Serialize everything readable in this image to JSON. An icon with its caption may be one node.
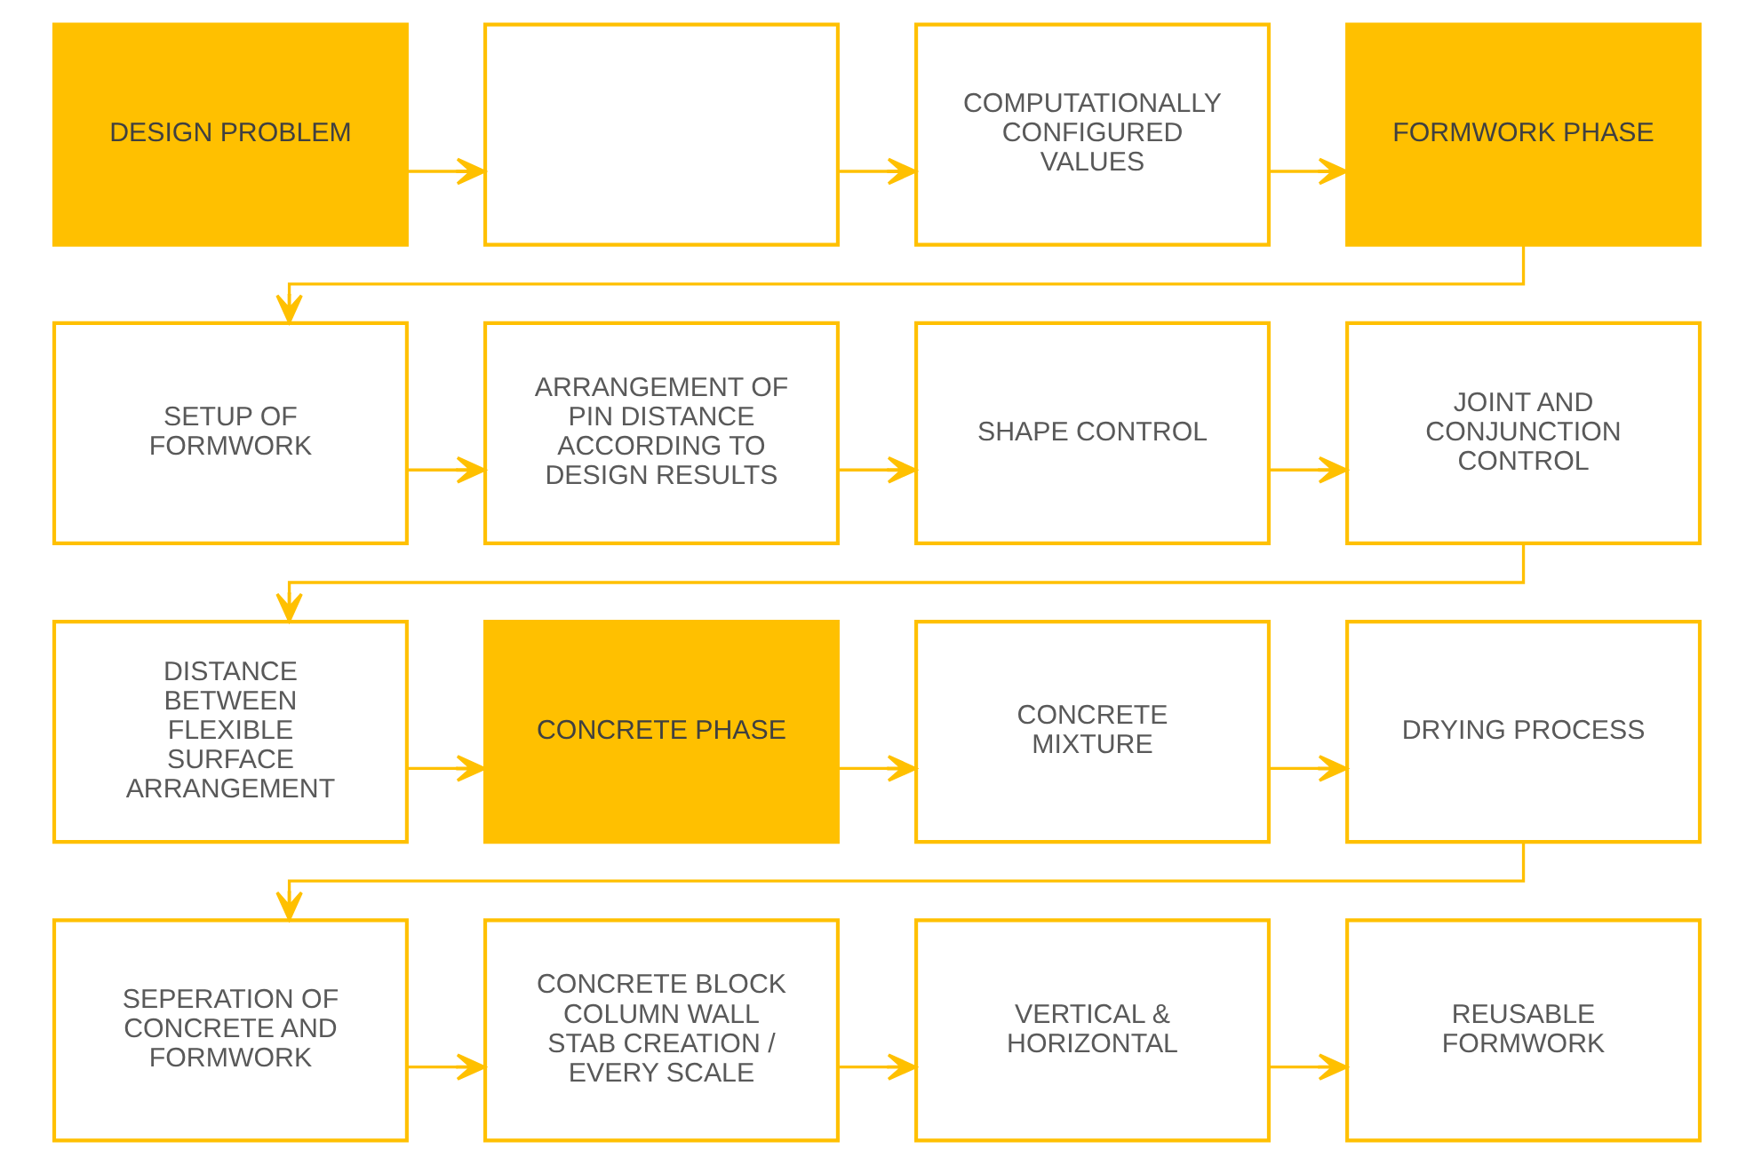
{
  "diagram": {
    "nodes": [
      {
        "text": [
          "DESIGN PROBLEM"
        ]
      },
      {
        "text": [],
        "shape": "box"
      },
      {
        "text": [
          "COMPUTATIONALLY CONFIGURED VALUES"
        ]
      },
      {
        "text": [
          "FORMWORK PHASE"
        ]
      },
      {
        "text": [
          "SETUP OF FORMWORK"
        ]
      },
      {
        "text": [
          "ARRANGEMENT OF PIN DISTANCE ACCORDING TO DESIGN RESULTS"
        ]
      },
      {
        "text": [
          "SHAPE CONTROL"
        ]
      },
      {
        "text": [
          "JOINT AND CONJUNCTION CONTROL"
        ]
      },
      {
        "text": [
          "DISTANCE BETWEEN FLEXIBLE SURFACE ARRANGEMENT"
        ]
      },
      {
        "text": [
          "CONCRETE PHASE"
        ]
      },
      {
        "text": [
          "CONCRETE MIXTURE"
        ]
      },
      {
        "text": [
          "DRYING PROCESS"
        ]
      },
      {
        "text": [
          "SEPERATION OF CONCRETE AND FORMWORK"
        ]
      },
      {
        "text": [
          "CONCRETE BLOCK COLUMN WALL STAB CREATION / EVERY SCALE"
        ]
      },
      {
        "text": [
          "VERTICAL & HORIZONTAL"
        ]
      },
      {
        "text": [
          "REUSABLE FORMWORK"
        ]
      }
    ],
    "edges": [
      {
        "from": 0,
        "to": 1,
        "arrow": "to"
      },
      {
        "from": 1,
        "to": 2,
        "arrow": "to"
      },
      {
        "from": 2,
        "to": 3,
        "arrow": "to"
      },
      {
        "from": 3,
        "to": 4,
        "arrow": "to"
      },
      {
        "from": 4,
        "to": 5,
        "arrow": "to"
      },
      {
        "from": 5,
        "to": 6,
        "arrow": "to"
      },
      {
        "from": 6,
        "to": 7,
        "arrow": "to"
      },
      {
        "from": 7,
        "to": 8,
        "arrow": "to"
      },
      {
        "from": 8,
        "to": 9,
        "arrow": "to"
      },
      {
        "from": 9,
        "to": 10,
        "arrow": "to"
      },
      {
        "from": 10,
        "to": 11,
        "arrow": "to"
      },
      {
        "from": 11,
        "to": 12,
        "arrow": "to"
      },
      {
        "from": 12,
        "to": 13,
        "arrow": "to"
      },
      {
        "from": 13,
        "to": 14,
        "arrow": "to"
      },
      {
        "from": 14,
        "to": 15,
        "arrow": "to"
      }
    ]
  }
}
